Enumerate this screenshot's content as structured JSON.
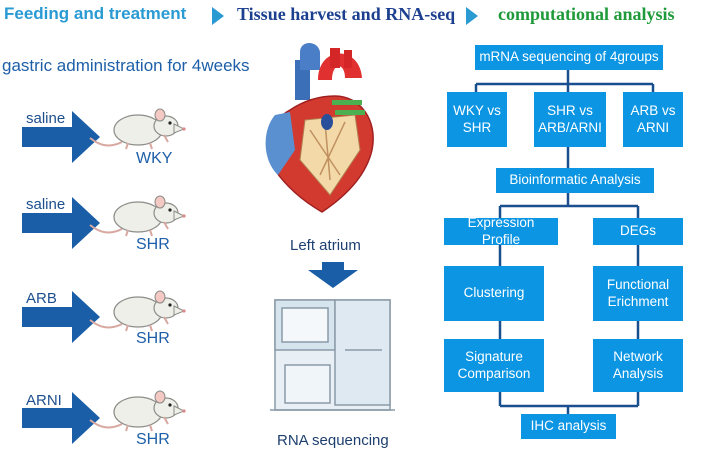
{
  "header": {
    "step1": "Feeding and treatment",
    "step2": "Tissue harvest and RNA-seq",
    "step3": "computational analysis",
    "arrow_color": "#2a9ad3"
  },
  "treatment": {
    "title": "gastric administration for 4weeks",
    "groups": [
      {
        "treatment": "saline",
        "strain": "WKY"
      },
      {
        "treatment": "saline",
        "strain": "SHR"
      },
      {
        "treatment": "ARB",
        "strain": "SHR"
      },
      {
        "treatment": "ARNI",
        "strain": "SHR"
      }
    ],
    "arrow_color": "#1a5ea8"
  },
  "harvest": {
    "tissue": "Left atrium",
    "method": "RNA sequencing",
    "heart_icon": "heart-anatomy-icon",
    "sequencer_icon": "sequencer-machine-icon"
  },
  "analysis": {
    "box_color": "#0b95e3",
    "top": "mRNA sequencing of 4groups",
    "comparisons": [
      {
        "line1": "WKY vs",
        "line2": "SHR"
      },
      {
        "line1": "SHR vs",
        "line2": "ARB/ARNI"
      },
      {
        "line1": "ARB vs",
        "line2": "ARNI"
      }
    ],
    "bioinformatic": "Bioinformatic Analysis",
    "left_branch": {
      "title": "Expression Profile",
      "step1": "Clustering",
      "step2_line1": "Signature",
      "step2_line2": "Comparison"
    },
    "right_branch": {
      "title": "DEGs",
      "step1_line1": "Functional",
      "step1_line2": "Erichment",
      "step2_line1": "Network",
      "step2_line2": "Analysis"
    },
    "final": "IHC analysis"
  }
}
